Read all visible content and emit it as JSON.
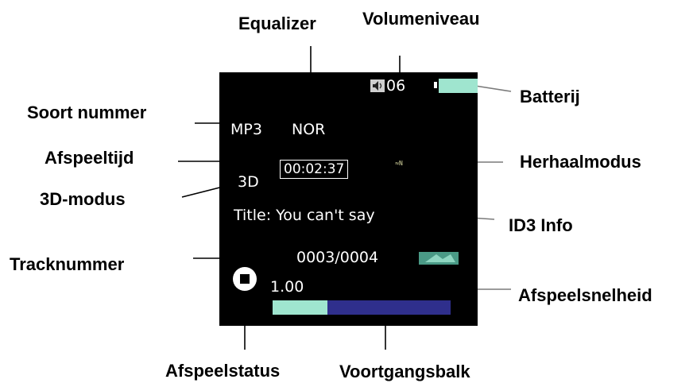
{
  "labels": {
    "equalizer": "Equalizer",
    "volume_level": "Volumeniveau",
    "battery": "Batterij",
    "track_type": "Soort nummer",
    "play_time": "Afspeeltijd",
    "repeat_mode": "Herhaalmodus",
    "mode_3d": "3D-modus",
    "id3_info": "ID3 Info",
    "track_number": "Tracknummer",
    "play_speed": "Afspeelsnelheid",
    "play_status": "Afspeelstatus",
    "progress_bar": "Voortgangsbalk"
  },
  "screen": {
    "volume_value": "06",
    "format": "MP3",
    "equalizer_mode": "NOR",
    "time": "00:02:37",
    "mode_3d": "3D",
    "title_line": "Title: You can't say",
    "track_counter": "0003/0004",
    "speed": "1.00",
    "progress_fraction": 0.31,
    "battery_fill_color": "#9fe5cf",
    "progress_fill_color": "#9fe5cf",
    "progress_track_color": "#2f2f8c",
    "play_status_icon": "stop-icon",
    "volume_icon": "speaker-icon",
    "repeat_icon": "repeat-mode-icon",
    "track_icon": "track-status-icon"
  }
}
